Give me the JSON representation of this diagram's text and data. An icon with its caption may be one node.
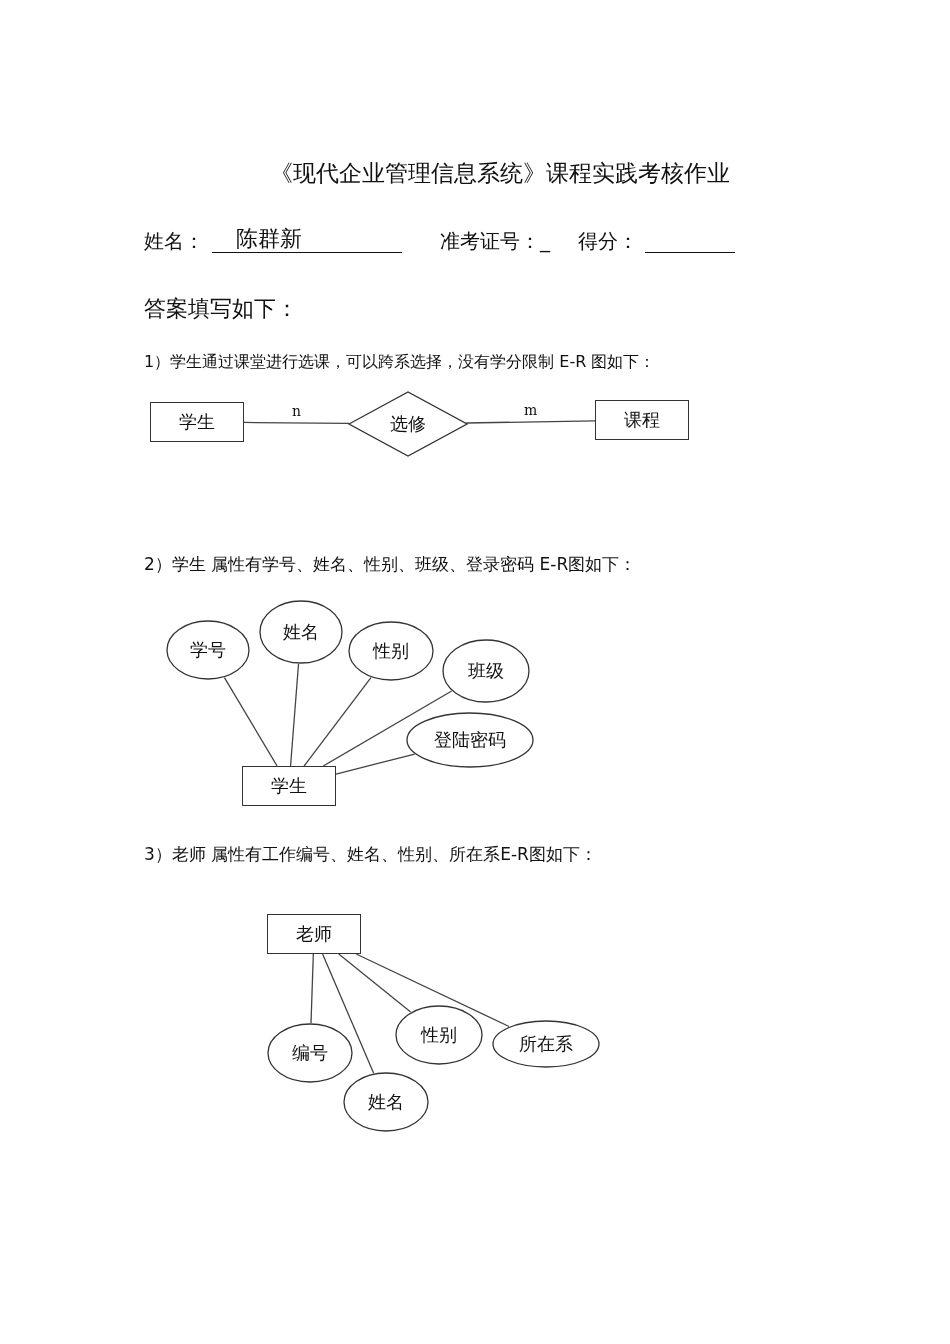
{
  "diagram": {
    "title": "《现代企业管理信息系统》课程实践考核作业",
    "nodes": [
      {
        "text": [
          "学生"
        ]
      },
      {
        "text": [
          "选修"
        ]
      },
      {
        "text": [
          "课程"
        ]
      },
      {
        "text": [
          "学号"
        ]
      },
      {
        "text": [
          "姓名"
        ]
      },
      {
        "text": [
          "性别"
        ]
      },
      {
        "text": [
          "班级"
        ]
      },
      {
        "text": [
          "登陆密码"
        ]
      },
      {
        "text": [
          "学生"
        ]
      },
      {
        "text": [
          "老师"
        ]
      },
      {
        "text": [
          "编号"
        ]
      },
      {
        "text": [
          "姓名"
        ]
      },
      {
        "text": [
          "性别"
        ]
      },
      {
        "text": [
          "所在系"
        ]
      }
    ],
    "edges": [
      {
        "from": 0,
        "to": 1,
        "arrow": "none",
        "label": "n"
      },
      {
        "from": 1,
        "to": 2,
        "arrow": "none",
        "label": "m"
      },
      {
        "from": 3,
        "to": 8,
        "arrow": "none"
      },
      {
        "from": 4,
        "to": 8,
        "arrow": "none"
      },
      {
        "from": 5,
        "to": 8,
        "arrow": "none"
      },
      {
        "from": 6,
        "to": 8,
        "arrow": "none"
      },
      {
        "from": 7,
        "to": 8,
        "arrow": "none"
      },
      {
        "from": 9,
        "to": 10,
        "arrow": "none"
      },
      {
        "from": 9,
        "to": 11,
        "arrow": "none"
      },
      {
        "from": 9,
        "to": 12,
        "arrow": "none"
      },
      {
        "from": 9,
        "to": 13,
        "arrow": "none"
      }
    ],
    "labels": [
      "姓名：",
      "陈群新",
      "准考证号：_",
      "得分：",
      "答案填写如下：",
      "1）学生通过课堂进行选课，可以跨系选择，没有学分限制 E-R 图如下：",
      "2）学生 属性有学号、姓名、性别、班级、登录密码 E-R图如下：",
      "3）老师 属性有工作编号、姓名、性别、所在系E-R图如下："
    ]
  }
}
